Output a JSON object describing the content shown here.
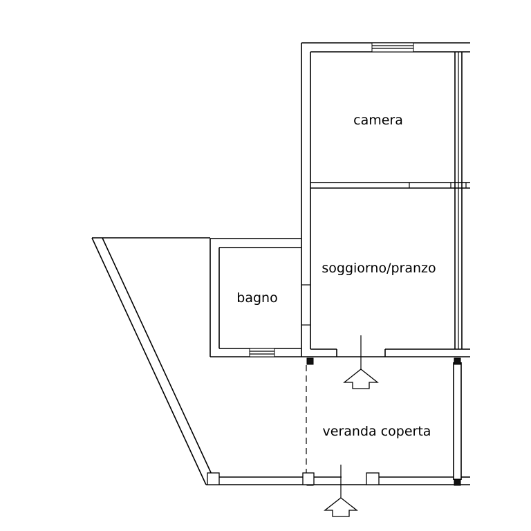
{
  "rooms": [
    {
      "id": "camera",
      "label": "camera"
    },
    {
      "id": "soggiorno",
      "label": "soggiorno/pranzo"
    },
    {
      "id": "bagno",
      "label": "bagno"
    },
    {
      "id": "veranda",
      "label": "veranda coperta"
    }
  ],
  "entrances": [
    {
      "id": "entrance-soggiorno"
    },
    {
      "id": "entrance-veranda"
    }
  ]
}
